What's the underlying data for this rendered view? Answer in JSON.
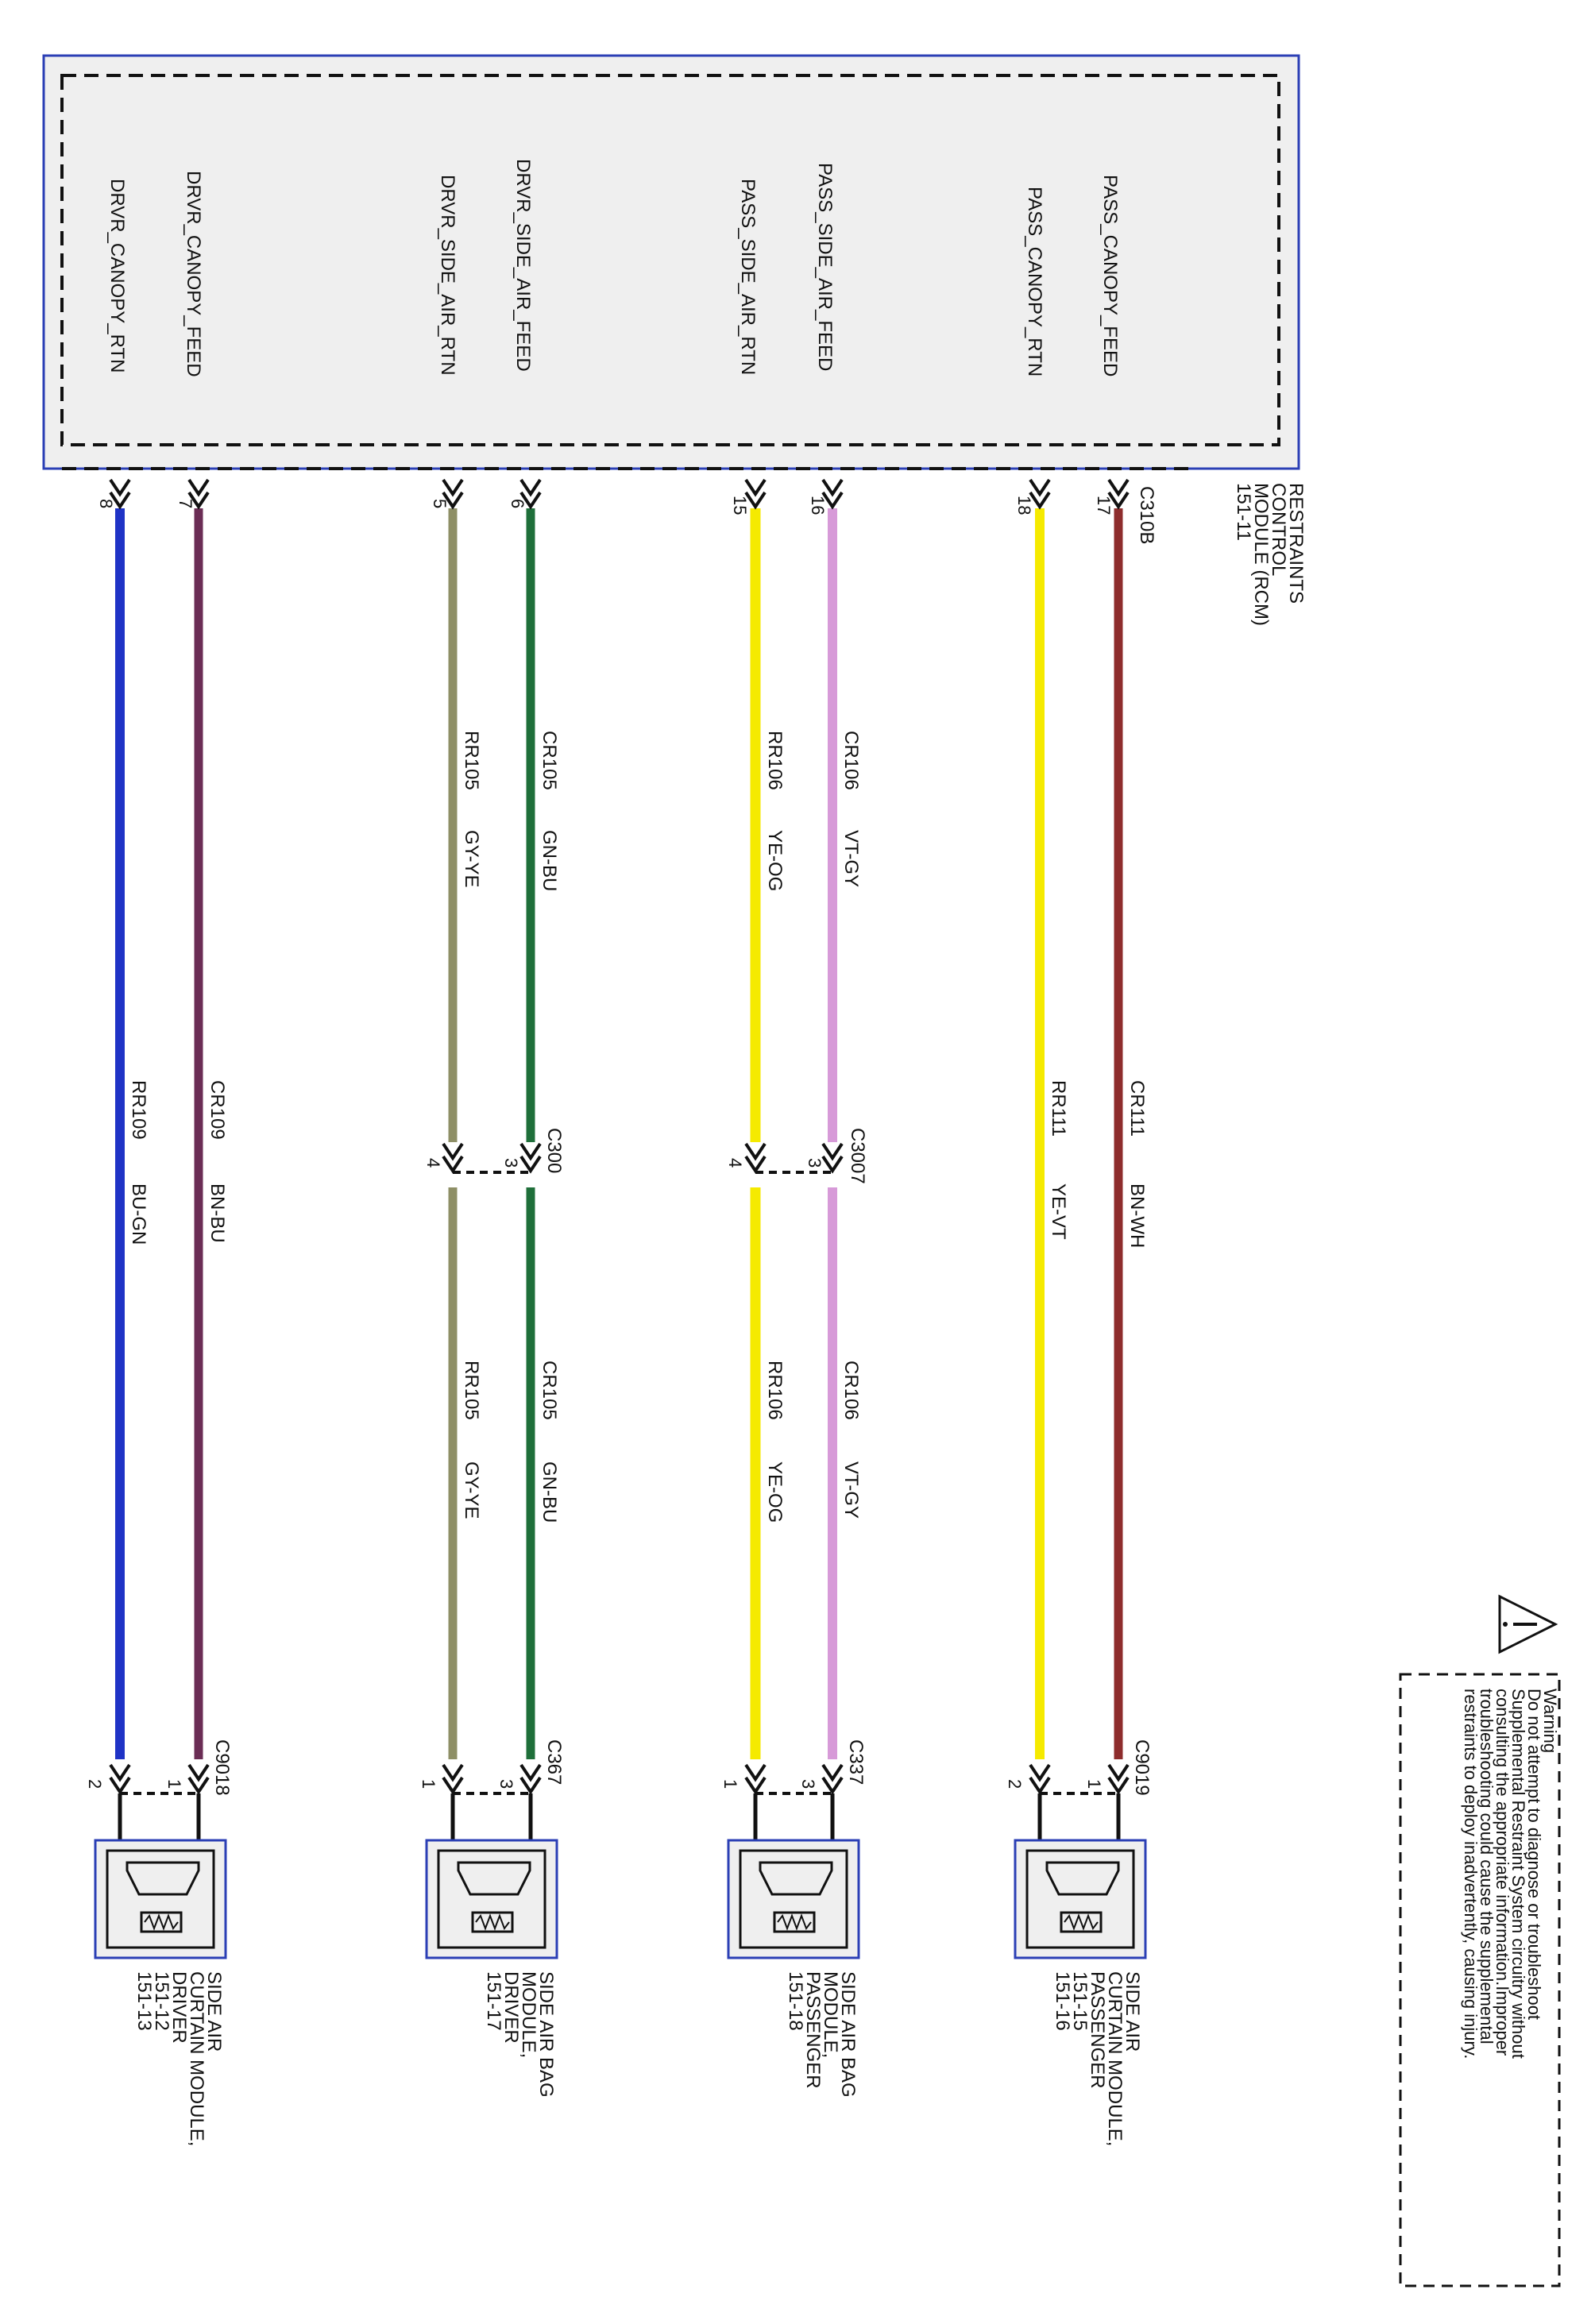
{
  "rcm": {
    "title_lines": [
      "RESTRAINTS",
      "CONTROL",
      "MODULE (RCM)",
      "151-11"
    ],
    "connector": "C310B"
  },
  "pins": [
    {
      "id": "drvr-canopy-rtn",
      "signal": "DRVR_CANOPY_RTN",
      "rcm_pin": "8",
      "color": "#1f33c6"
    },
    {
      "id": "drvr-canopy-feed",
      "signal": "DRVR_CANOPY_FEED",
      "rcm_pin": "7",
      "color": "#6b2d55"
    },
    {
      "id": "drvr-side-air-rtn",
      "signal": "DRVR_SIDE_AIR_RTN",
      "rcm_pin": "5",
      "color": "#8e8f66"
    },
    {
      "id": "drvr-side-air-feed",
      "signal": "DRVR_SIDE_AIR_FEED",
      "rcm_pin": "6",
      "color": "#1f6f3a"
    },
    {
      "id": "pass-side-air-rtn",
      "signal": "PASS_SIDE_AIR_RTN",
      "rcm_pin": "15",
      "color": "#f5ea00"
    },
    {
      "id": "pass-side-air-feed",
      "signal": "PASS_SIDE_AIR_FEED",
      "rcm_pin": "16",
      "color": "#d79ad8"
    },
    {
      "id": "pass-canopy-rtn",
      "signal": "PASS_CANOPY_RTN",
      "rcm_pin": "18",
      "color": "#f5ea00"
    },
    {
      "id": "pass-canopy-feed",
      "signal": "PASS_CANOPY_FEED",
      "rcm_pin": "17",
      "color": "#8e2d2d"
    }
  ],
  "wires": [
    {
      "circuit": "RR109",
      "wire_color": "BU-GN"
    },
    {
      "circuit": "CR109",
      "wire_color": "BN-BU"
    },
    {
      "circuit": "RR105",
      "wire_color": "GY-YE"
    },
    {
      "circuit": "CR105",
      "wire_color": "GN-BU"
    },
    {
      "circuit": "RR106",
      "wire_color": "YE-OG"
    },
    {
      "circuit": "CR106",
      "wire_color": "VT-GY"
    },
    {
      "circuit": "RR111",
      "wire_color": "YE-VT"
    },
    {
      "circuit": "CR111",
      "wire_color": "BN-WH"
    }
  ],
  "inline": [
    {
      "connector": "C300",
      "pins": [
        "4",
        "3"
      ]
    },
    {
      "connector": "C3007",
      "pins": [
        "4",
        "3"
      ]
    }
  ],
  "modules": [
    {
      "connector": "C9018",
      "pins": [
        "2",
        "1"
      ],
      "name_lines": [
        "SIDE AIR",
        "CURTAIN MODULE,",
        "DRIVER",
        "151-12",
        "151-13"
      ]
    },
    {
      "connector": "C367",
      "pins": [
        "1",
        "3"
      ],
      "name_lines": [
        "SIDE AIR BAG",
        "MODULE,",
        "DRIVER",
        "151-17"
      ]
    },
    {
      "connector": "C337",
      "pins": [
        "1",
        "3"
      ],
      "name_lines": [
        "SIDE AIR BAG",
        "MODULE,",
        "PASSENGER",
        "151-18"
      ]
    },
    {
      "connector": "C9019",
      "pins": [
        "2",
        "1"
      ],
      "name_lines": [
        "SIDE AIR",
        "CURTAIN MODULE,",
        "PASSENGER",
        "151-15",
        "151-16"
      ]
    }
  ],
  "warning": {
    "icon": "warning-triangle-icon",
    "lines": [
      "Warning",
      "Do not attempt to diagnose or troubleshoot",
      "Supplemental Restraint System circuitry without",
      "consulting the appropriate information.Improper",
      "troubleshooting could cause the supplemental",
      "restraints to deploy inadvertently, causing injury."
    ]
  }
}
